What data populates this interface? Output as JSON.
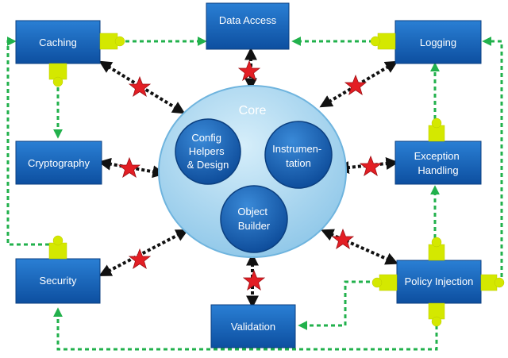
{
  "core": {
    "label": "Core"
  },
  "subcomponents": {
    "config": [
      "Config",
      "Helpers",
      "& Design"
    ],
    "instrumentation": [
      "Instrumen-",
      "tation"
    ],
    "object_builder": [
      "Object",
      "Builder"
    ]
  },
  "blocks": {
    "data_access": "Data Access",
    "caching": "Caching",
    "logging": "Logging",
    "cryptography": "Cryptography",
    "exception_handling": [
      "Exception",
      "Handling"
    ],
    "security": "Security",
    "policy_injection": "Policy Injection",
    "validation": "Validation"
  },
  "colors": {
    "block_fill": "#1565C0",
    "block_border": "#0D47A1",
    "core_fill": "#B3DDF2",
    "inner_fill": "#1565C0",
    "dependency_arrow": "#111111",
    "plugin_arrow": "#22B14C",
    "star": "#E31E24",
    "connector": "#D4E800"
  }
}
